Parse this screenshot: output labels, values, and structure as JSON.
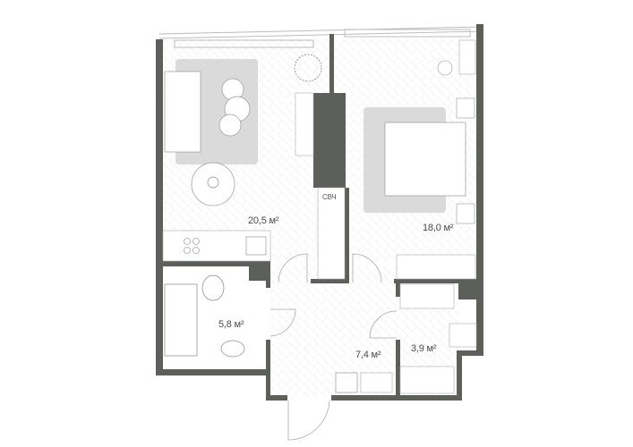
{
  "plan": {
    "wall_color": "#5d5f5a",
    "rug_color": "#d9d9d9",
    "rooms": [
      {
        "name": "living-kitchen",
        "area": "20,5 м²"
      },
      {
        "name": "bedroom",
        "area": "18,0 м²"
      },
      {
        "name": "bathroom",
        "area": "5,8 м²"
      },
      {
        "name": "hallway",
        "area": "7,4 м²"
      },
      {
        "name": "wardrobe",
        "area": "3,9 м²"
      }
    ],
    "microwave_label": "СВЧ"
  }
}
